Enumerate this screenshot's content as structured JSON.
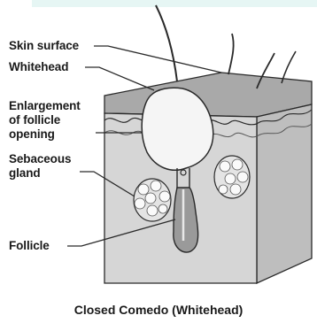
{
  "labels": {
    "skin_surface": "Skin surface",
    "whitehead": "Whitehead",
    "enlargement": [
      "Enlargement",
      "of follicle",
      "opening"
    ],
    "sebaceous": [
      "Sebaceous",
      "gland"
    ],
    "follicle": "Follicle"
  },
  "caption": "Closed Comedo (Whitehead)",
  "colors": {
    "tissue_front": "#d4d4d4",
    "tissue_side": "#bdbdbd",
    "skin_top": "#a7a7a7",
    "whitehead_fill": "#f4f4f4",
    "outline": "#2a2a2a",
    "top_band": "#e6f6f4"
  }
}
